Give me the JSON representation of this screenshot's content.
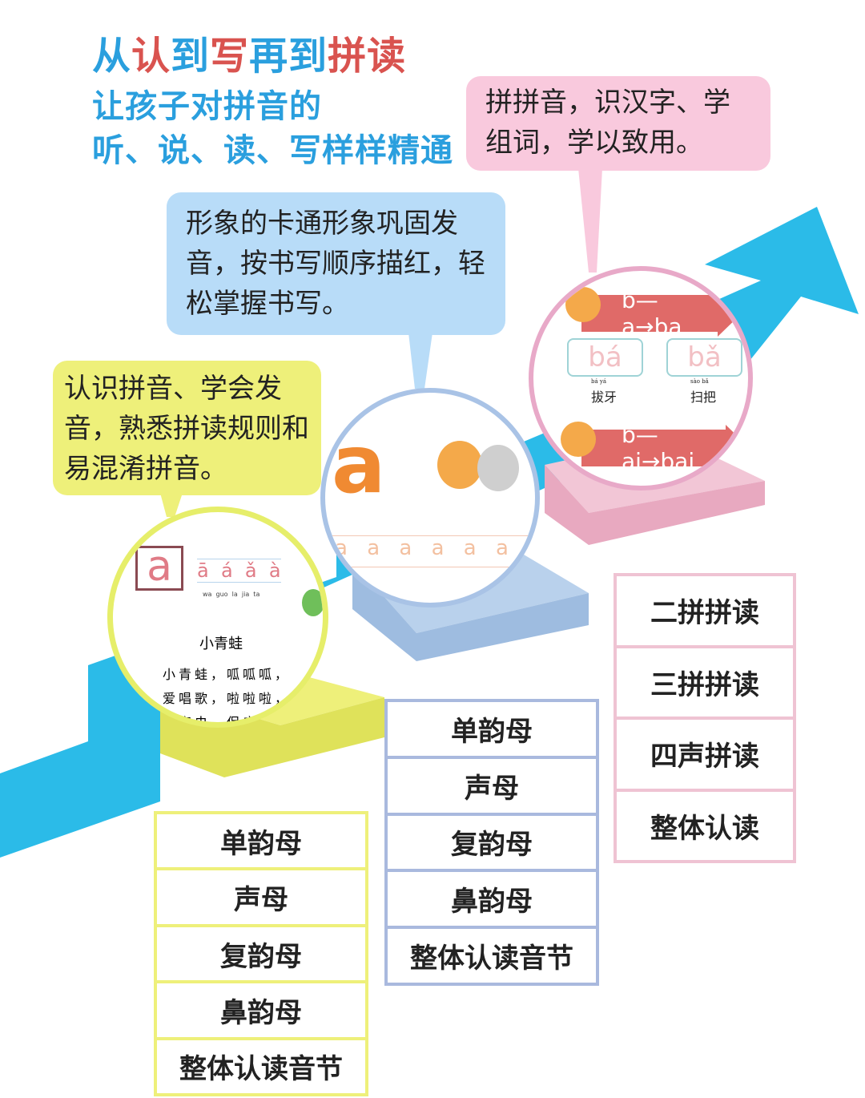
{
  "headline": {
    "line1_parts": [
      "从",
      "认",
      "到",
      "写",
      "再到",
      "拼读"
    ],
    "line2": "让孩子对拼音的",
    "line3": "听、说、读、写样样精通"
  },
  "bubbles": {
    "pink": "拼拼音，识汉字、学组词，学以致用。",
    "blue": "形象的卡通形象巩固发音，按书写顺序描红，轻松掌握书写。",
    "yellow": "认识拼音、学会发音，熟悉拼读规则和易混淆拼音。"
  },
  "circle1": {
    "letter": "a",
    "tones": "ā  á  ǎ  à",
    "pinyin_row": "wa  guo  la  jia  ta",
    "poem_title": "小青蛙",
    "poem": [
      "小青蛙，呱呱呱，",
      "爱唱歌，啦啦啦，",
      "吃害虫，保庄"
    ]
  },
  "circle2": {
    "letter": "a",
    "row": "a a a a a a"
  },
  "circle3": {
    "rule1": "b—a→ba",
    "rule2": "b—ai→bai",
    "box1": "bá",
    "box2": "bǎ",
    "word1_py": "bá yá",
    "word1": "拔牙",
    "word2_py": "sào bǎ",
    "word2": "扫把"
  },
  "tables": {
    "yellow": [
      "单韵母",
      "声母",
      "复韵母",
      "鼻韵母",
      "整体认读音节"
    ],
    "blue": [
      "单韵母",
      "声母",
      "复韵母",
      "鼻韵母",
      "整体认读音节"
    ],
    "pink": [
      "二拼拼读",
      "三拼拼读",
      "四声拼读",
      "整体认读"
    ]
  },
  "colors": {
    "blue_band": "#2bbbe8",
    "yellow": "#eef07a",
    "blue": "#b8dcf8",
    "pink": "#f9c9dd",
    "title_blue": "#2a9fde",
    "title_red": "#d9534f"
  }
}
